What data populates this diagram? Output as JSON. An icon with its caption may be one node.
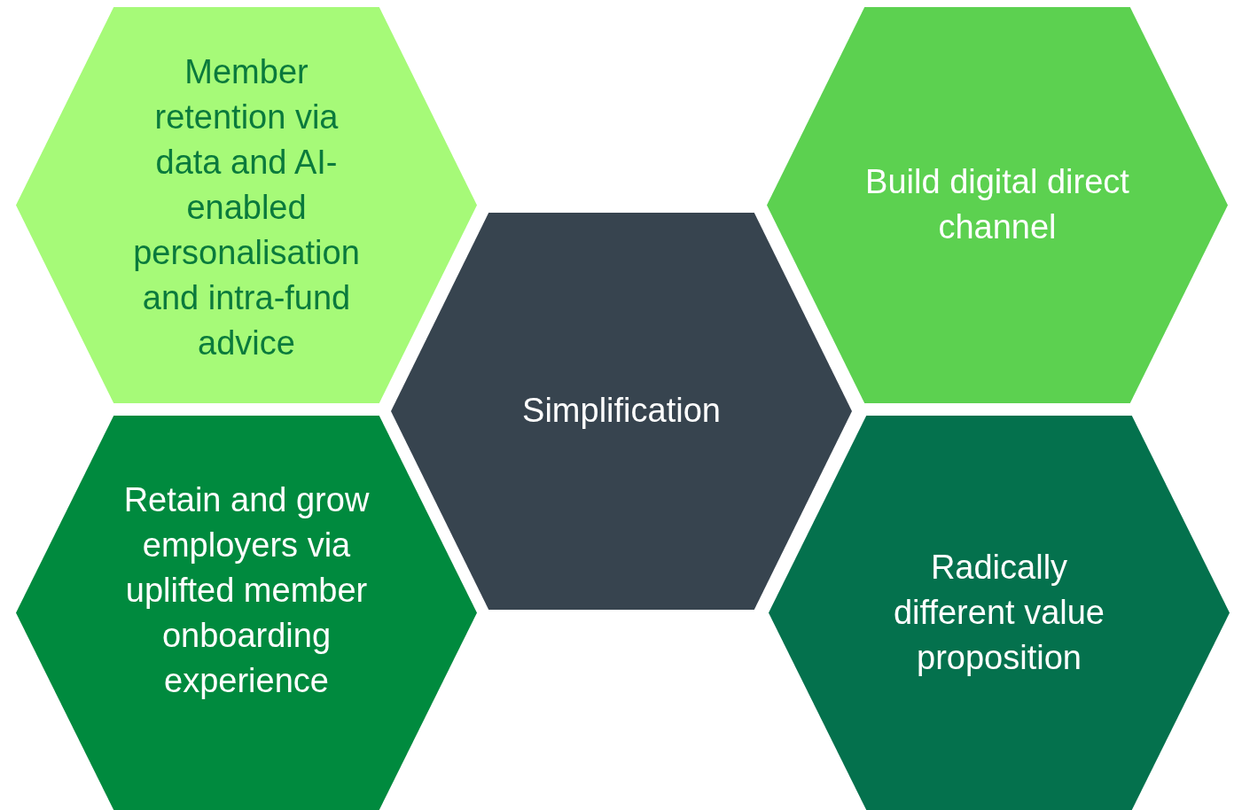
{
  "diagram": {
    "nodes": [
      {
        "text": [
          "Member retention via data and AI-enabled personalisation and intra-fund advice"
        ]
      },
      {
        "text": [
          "Build digital direct channel"
        ]
      },
      {
        "text": [
          "Simplification"
        ]
      },
      {
        "text": [
          "Retain and grow employers via uplifted member onboarding experience"
        ]
      },
      {
        "text": [
          "Radically different value proposition"
        ]
      }
    ]
  }
}
